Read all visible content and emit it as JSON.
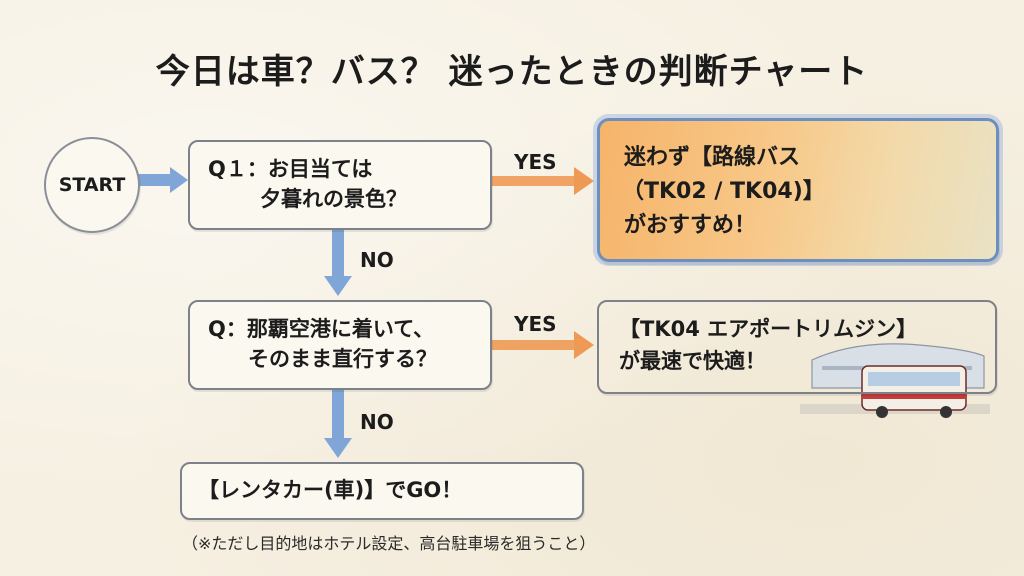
{
  "title": "今日は車？バス？ 迷ったときの判断チャート",
  "start": "START",
  "q1": {
    "line1": "Q１：お目当ては",
    "line2": "夕暮れの景色？"
  },
  "q2": {
    "line1": "Q：那覇空港に着いて、",
    "line2": "そのまま直行する？"
  },
  "yes_label": "YES",
  "no_label": "NO",
  "result1": {
    "line1": "迷わず【路線バス",
    "line2": "（TK02 / TK04)】",
    "line3": "がおすすめ！"
  },
  "result2": {
    "line1": "【TK04 エアポートリムジン】",
    "line2": "が最速で快適！"
  },
  "result3": "【レンタカー(車)】でGO！",
  "note": "（※ただし目的地はホテル設定、高台駐車場を狙うこと）",
  "colors": {
    "arrow_blue": "#7fa6d6",
    "arrow_orange": "#ee9a55",
    "highlight_border": "#6d8fbf"
  }
}
